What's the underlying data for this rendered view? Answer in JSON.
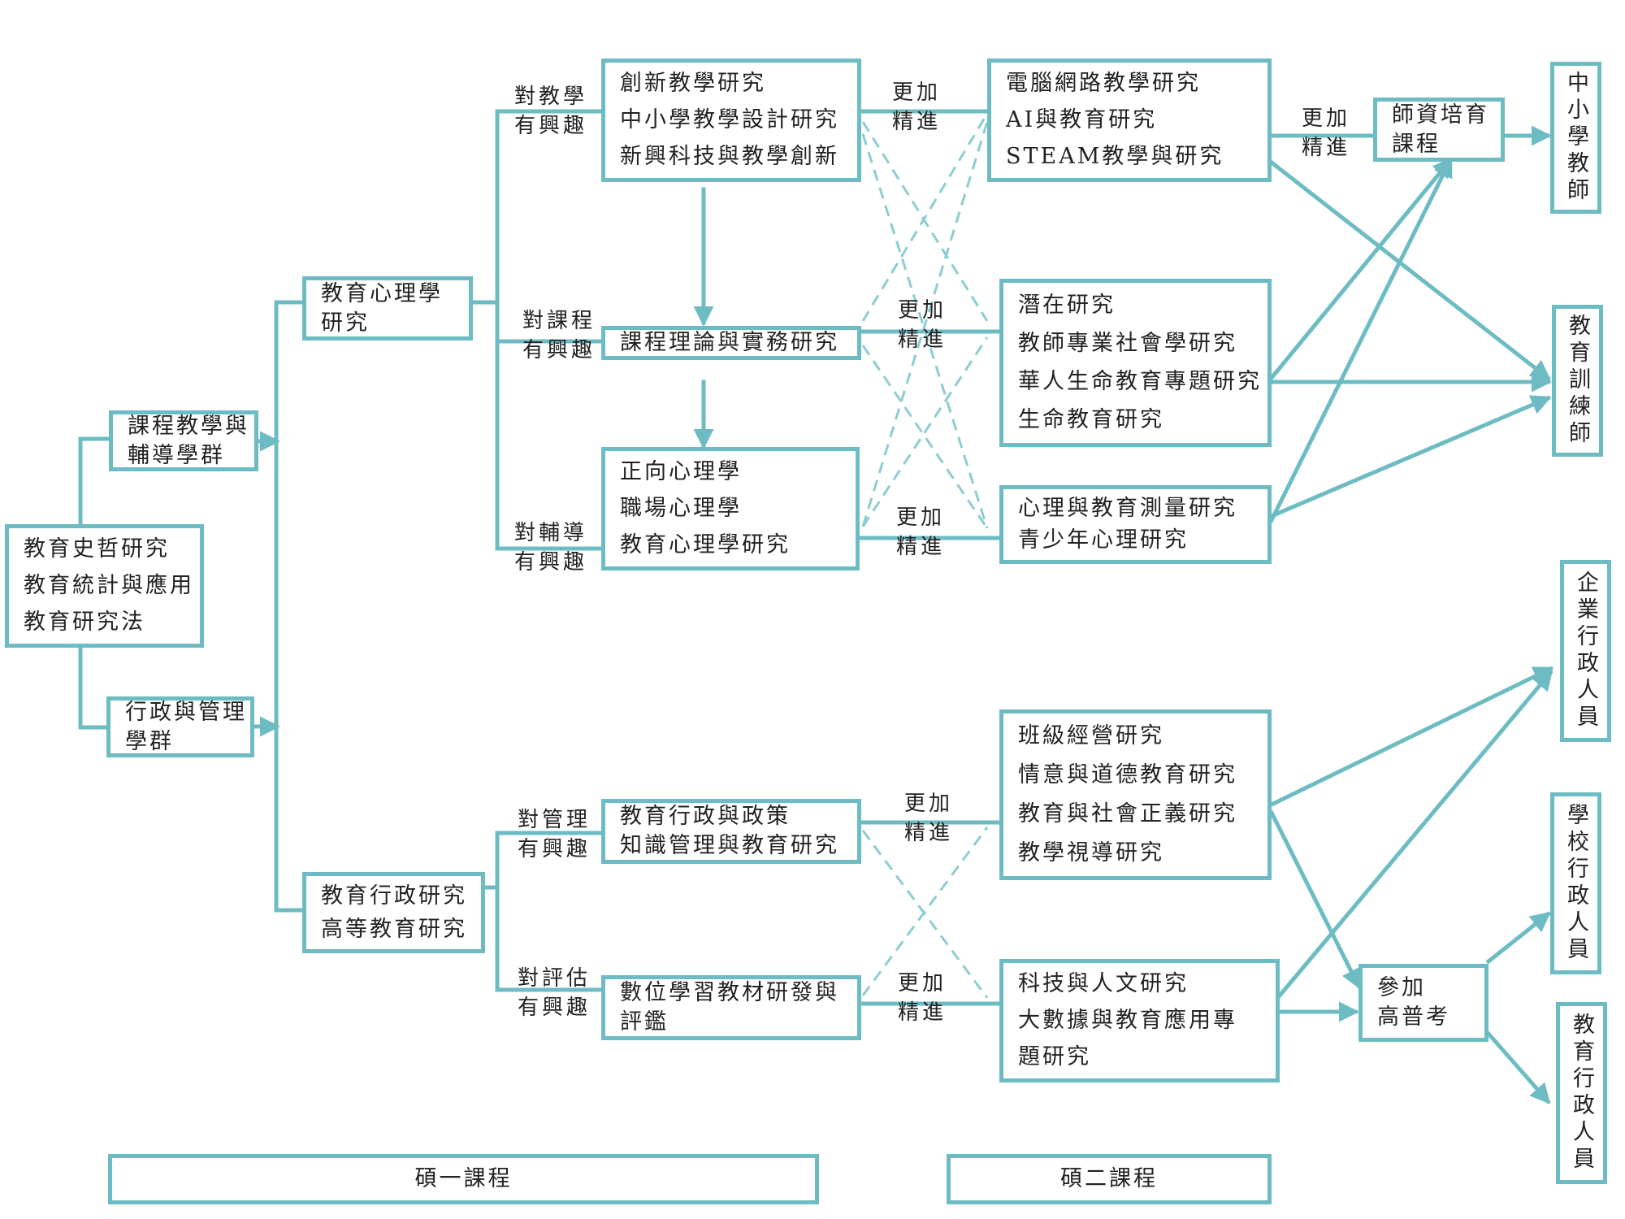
{
  "colors": {
    "line": "#6dbcc3",
    "text": "#222222"
  },
  "base": {
    "lines": [
      "教育史哲研究",
      "教育統計與應用",
      "教育研究法"
    ]
  },
  "groups": {
    "curriculum": [
      "課程教學與",
      "輔導學群"
    ],
    "admin": [
      "行政與管理",
      "學群"
    ]
  },
  "level2": {
    "edu_psych": [
      "教育心理學",
      "研究"
    ],
    "edu_admin": [
      "教育行政研究",
      "高等教育研究"
    ]
  },
  "interests": {
    "teaching": [
      "對教學",
      "有興趣"
    ],
    "curriculum": [
      "對課程",
      "有興趣"
    ],
    "counseling": [
      "對輔導",
      "有興趣"
    ],
    "management": [
      "對管理",
      "有興趣"
    ],
    "evaluation": [
      "對評估",
      "有興趣"
    ]
  },
  "year1": {
    "teaching": [
      "創新教學研究",
      "中小學教學設計研究",
      "新興科技與教學創新"
    ],
    "curriculum": [
      "課程理論與實務研究"
    ],
    "counseling": [
      "正向心理學",
      "職場心理學",
      "教育心理學研究"
    ],
    "management": [
      "教育行政與政策",
      "知識管理與教育研究"
    ],
    "evaluation": [
      "數位學習教材研發與",
      "評鑑"
    ]
  },
  "refine": [
    "更加",
    "精進"
  ],
  "year2": {
    "tech": [
      "電腦網路教學研究",
      "AI與教育研究",
      "STEAM教學與研究"
    ],
    "teacher": [
      "潛在研究",
      "教師專業社會學研究",
      "華人生命教育專題研究",
      "生命教育研究"
    ],
    "measure": [
      "心理與教育測量研究",
      "青少年心理研究"
    ],
    "class": [
      "班級經營研究",
      "情意與道德教育研究",
      "教育與社會正義研究",
      "教學視導研究"
    ],
    "data": [
      "科技與人文研究",
      "大數據與教育應用專",
      "題研究"
    ]
  },
  "mid": {
    "teacher_program": [
      "師資培育",
      "課程"
    ],
    "exam": [
      "參加",
      "高普考"
    ]
  },
  "careers": {
    "school_teacher": "中小學教師",
    "trainer": "教育訓練師",
    "corp_admin": "企業行政人員",
    "school_admin": "學校行政人員",
    "edu_admin": "教育行政人員"
  },
  "footer": {
    "year1": "碩一課程",
    "year2": "碩二課程"
  }
}
